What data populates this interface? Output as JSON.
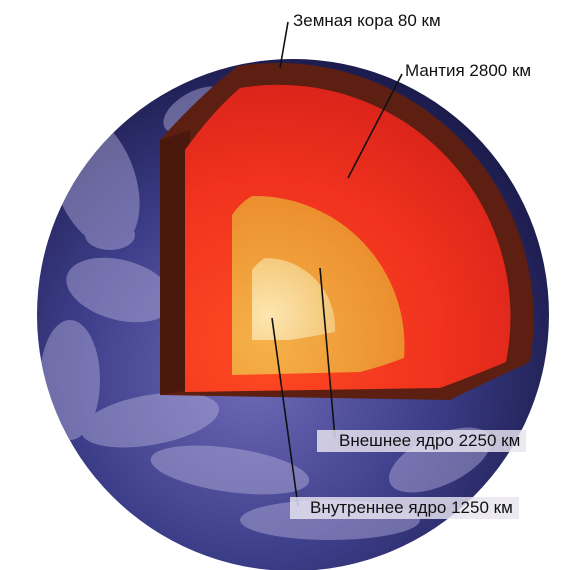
{
  "layers": [
    {
      "id": "crust",
      "label": "Земная кора 80 км",
      "color": "#5a1e10"
    },
    {
      "id": "mantle",
      "label": "Мантия 2800 км",
      "color": "#f0321e"
    },
    {
      "id": "outer_core",
      "label": "Внешнее ядро 2250 км",
      "color": "#f2a033"
    },
    {
      "id": "inner_core",
      "label": "Внутреннее ядро 1250 км",
      "color": "#f9d58a"
    }
  ],
  "colors": {
    "ocean": "#3a3f8a",
    "clouds": "#b8b3df",
    "leader_line": "#111111"
  }
}
